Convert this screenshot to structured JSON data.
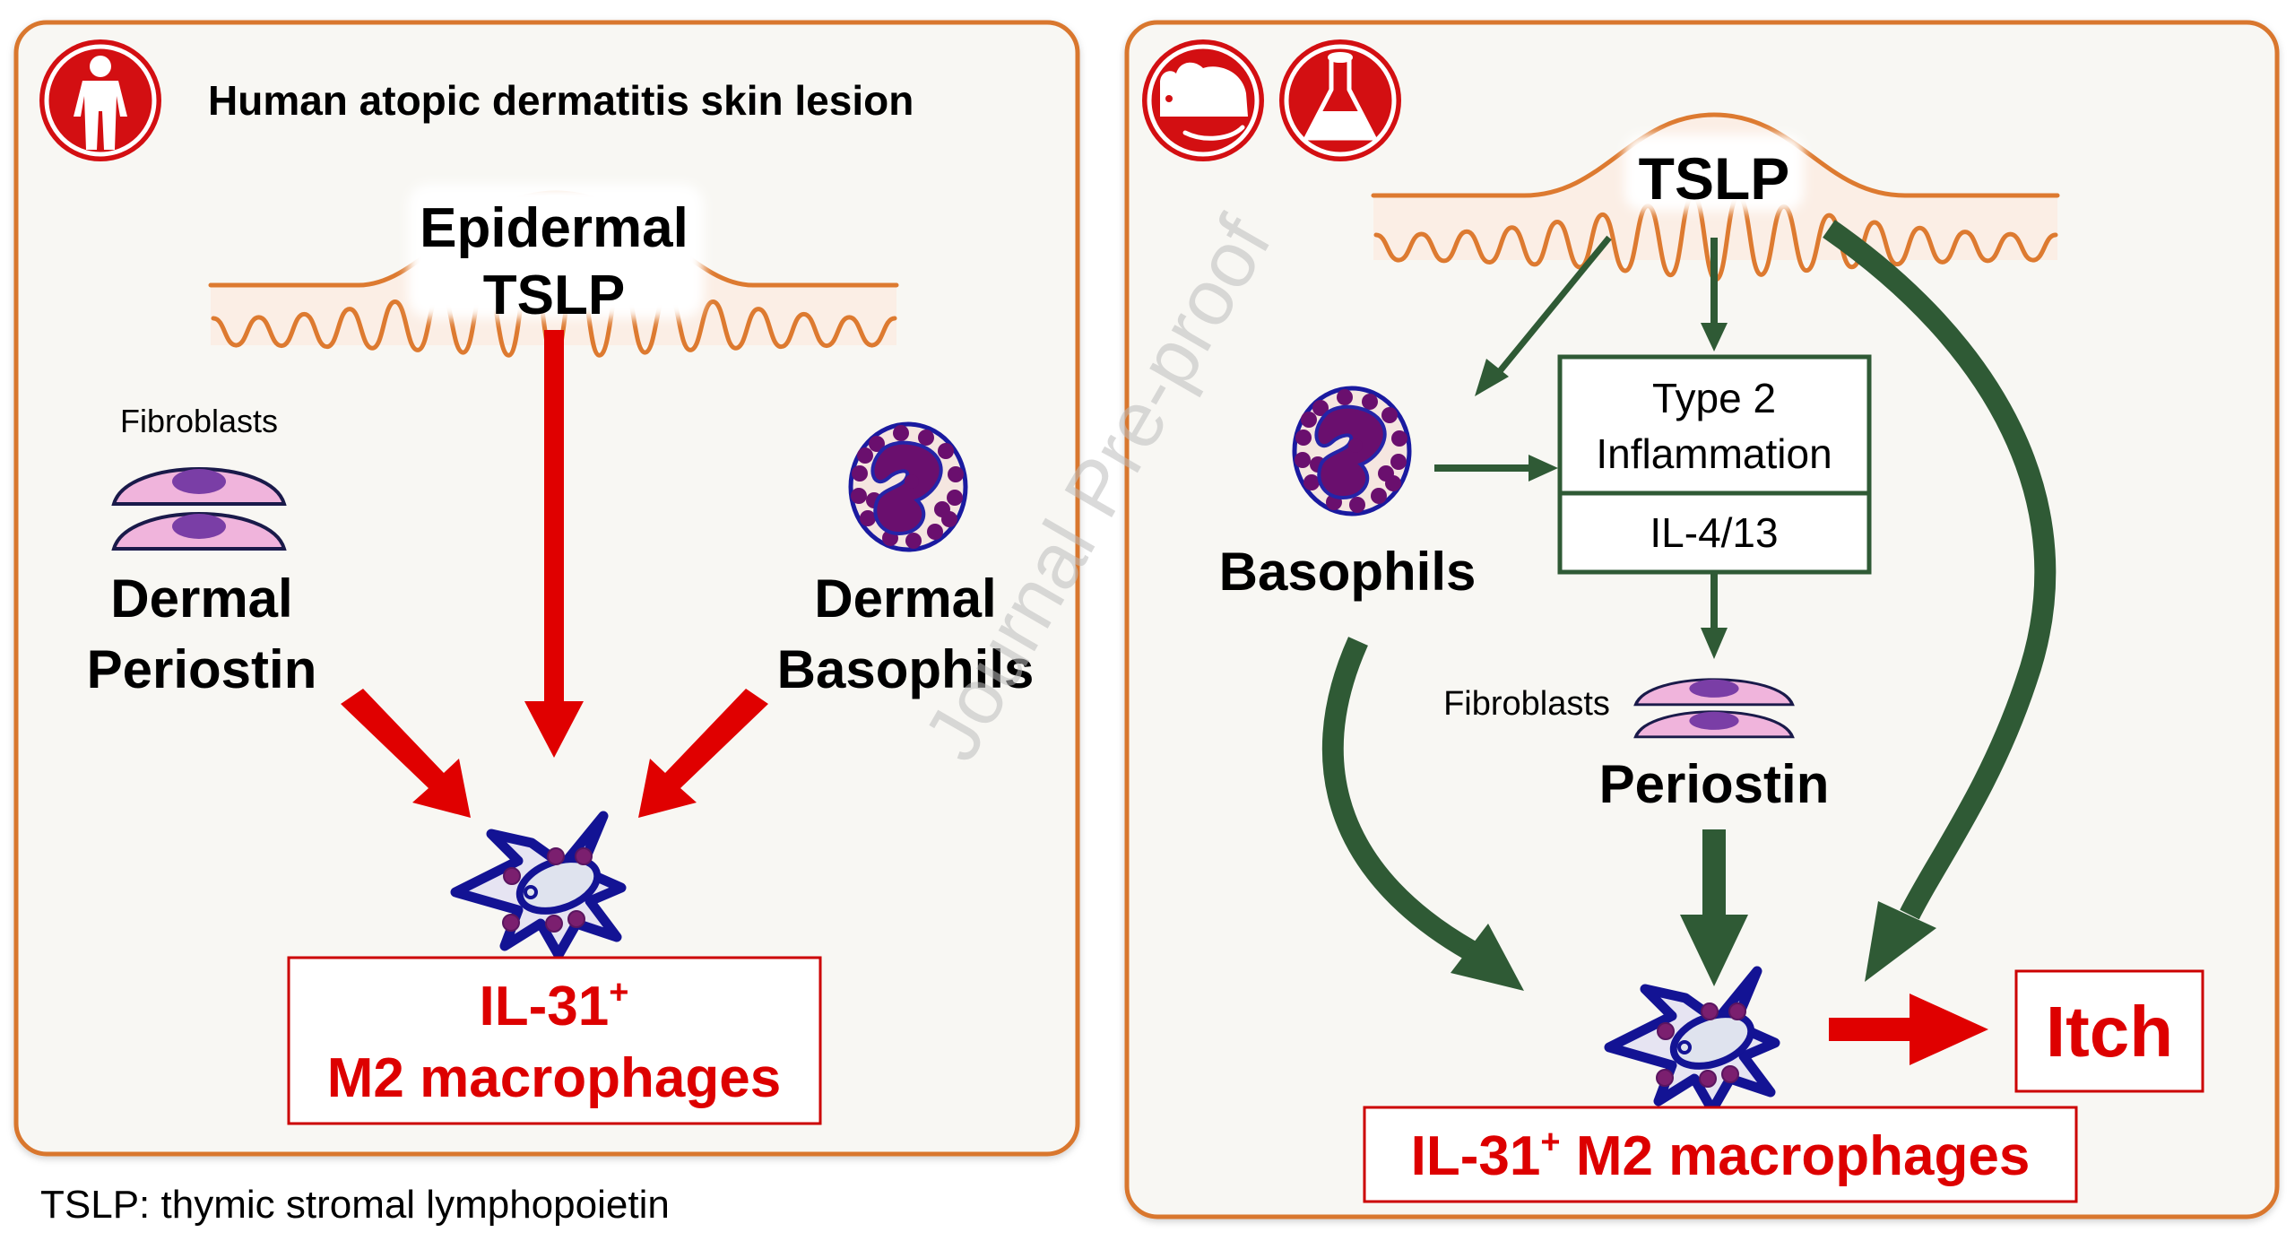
{
  "figure": {
    "watermark": "Journal Pre-proof",
    "footnote": "TSLP: thymic stromal lymphopoietin",
    "colors": {
      "panel_border": "#d9772f",
      "human_arrows": "#e00000",
      "mouse_arrows": "#2f5a35",
      "label_red": "#dd0000",
      "icon_red": "#d30f12"
    }
  },
  "left_panel": {
    "icon": "human-icon",
    "title": "Human atopic dermatitis skin lesion",
    "source": {
      "line1": "Epidermal",
      "line2": "TSLP"
    },
    "fibroblast_label": "Fibroblasts",
    "periostin": {
      "line1": "Dermal",
      "line2": "Periostin"
    },
    "basophils": {
      "line1": "Dermal",
      "line2": "Basophils"
    },
    "target": {
      "line1": "IL-31",
      "line1_sup": "+",
      "line2": "M2 macrophages"
    }
  },
  "right_panel": {
    "icons": [
      "mouse-icon",
      "flask-icon"
    ],
    "source": "TSLP",
    "basophils": "Basophils",
    "inflammation_box": {
      "line1": "Type 2",
      "line2": "Inflammation",
      "cytokines": "IL-4/13"
    },
    "fibroblast_label": "Fibroblasts",
    "periostin": "Periostin",
    "target": {
      "prefix": "IL-31",
      "sup": "+",
      "suffix": " M2 macrophages"
    },
    "outcome": "Itch"
  }
}
